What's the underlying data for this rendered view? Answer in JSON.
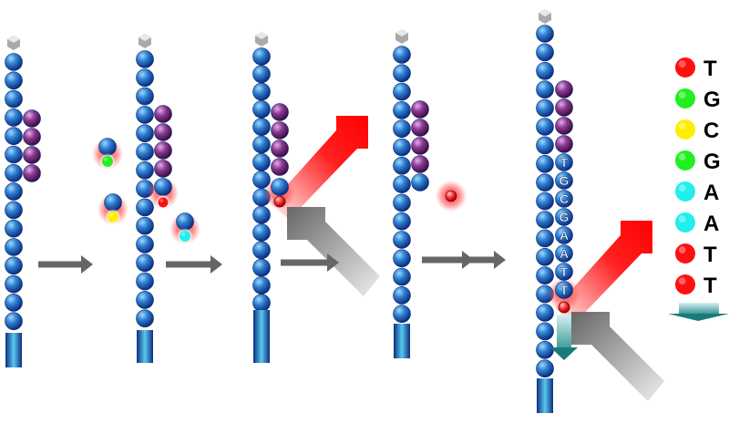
{
  "colors": {
    "T": "#ff1010",
    "G": "#22ee22",
    "C": "#ffee00",
    "A": "#22eeee",
    "strand": "#1e5fb0",
    "primer": "#7a2a80"
  },
  "sequence": [
    "T",
    "G",
    "C",
    "G",
    "A",
    "A",
    "T",
    "T"
  ],
  "legend": [
    {
      "letter": "T"
    },
    {
      "letter": "G"
    },
    {
      "letter": "C"
    },
    {
      "letter": "G"
    },
    {
      "letter": "A"
    },
    {
      "letter": "A"
    },
    {
      "letter": "T"
    },
    {
      "letter": "T"
    }
  ]
}
